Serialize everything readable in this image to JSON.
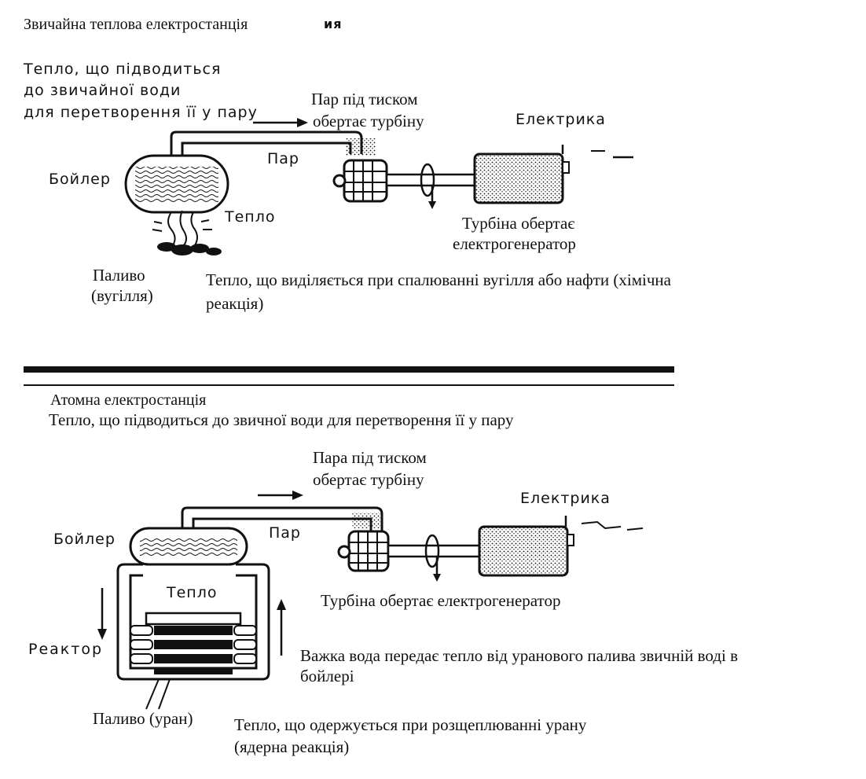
{
  "top": {
    "title": "Звичайна теплова електростанція",
    "title_fragment": "ия",
    "heat_note_line1": "Тепло, що підводиться",
    "heat_note_line2": "до звичайної води",
    "heat_note_line3": "для перетворення її у пару",
    "steam_note_line1": "Пар під тиском",
    "steam_note_line2": "обертає турбіну",
    "electricity": "Електрика",
    "boiler": "Бойлер",
    "steam": "Пар",
    "heat": "Тепло",
    "turbine_note_line1": "Турбіна обертає",
    "turbine_note_line2": "електрогенератор",
    "fuel_line1": "Паливо",
    "fuel_line2": "(вугілля)",
    "combustion_line1": "Тепло, що виділяється при спалюванні вугілля або нафти (хімічна",
    "combustion_line2": "реакція)"
  },
  "bottom": {
    "title": "Атомна електростанція",
    "heat_note": "Тепло, що підводиться до звичної води для перетворення її у пару",
    "steam_note_line1": "Пара під тиском",
    "steam_note_line2": "обертає турбіну",
    "electricity": "Електрика",
    "boiler": "Бойлер",
    "steam": "Пар",
    "heat": "Тепло",
    "turbine_note": "Турбіна обертає електрогенератор",
    "reactor": "Реактор",
    "heavy_water_line1": "Важка вода передає тепло від уранового палива звичній воді в",
    "heavy_water_line2": "бойлері",
    "fuel": "Паливо (уран)",
    "fission_line1": "Тепло, що одержується при розщеплюванні урану",
    "fission_line2": "(ядерна реакція)"
  }
}
